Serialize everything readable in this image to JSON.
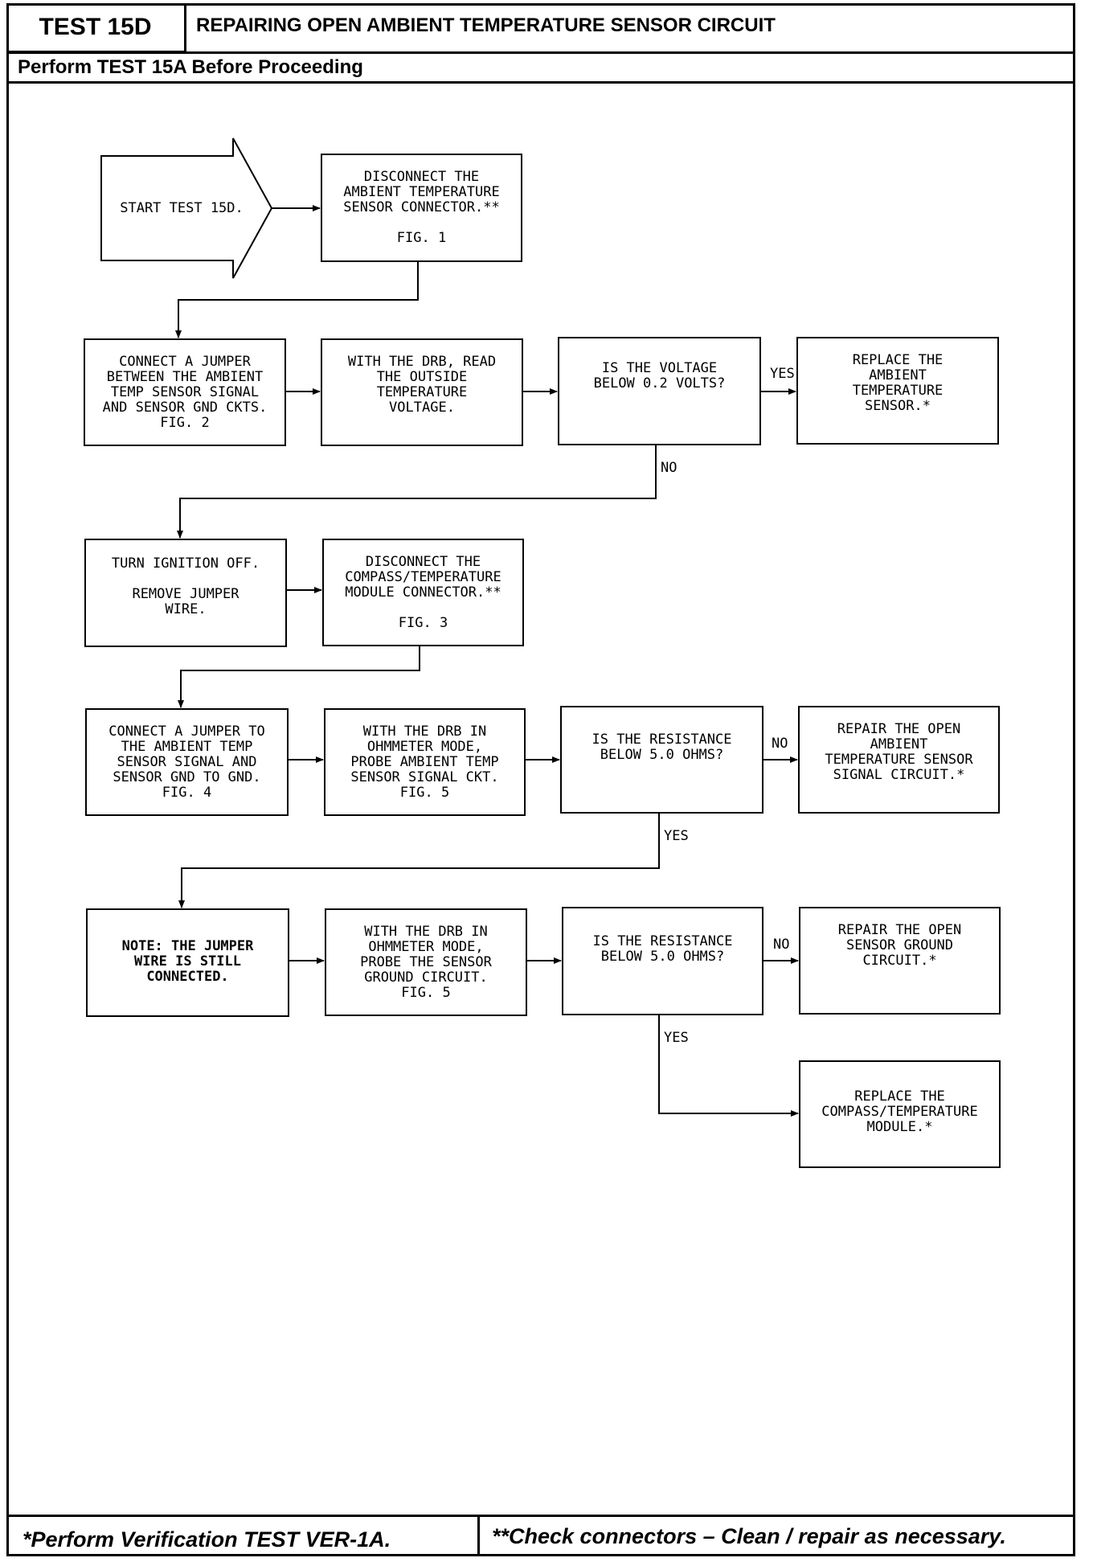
{
  "header": {
    "test_id": "TEST 15D",
    "title": "REPAIRING OPEN AMBIENT TEMPERATURE SENSOR CIRCUIT",
    "subtitle": "Perform TEST 15A Before Proceeding"
  },
  "flow": {
    "start": "START TEST 15D.",
    "disconnect_ambient": "DISCONNECT THE\nAMBIENT TEMPERATURE\nSENSOR CONNECTOR.**\n\nFIG. 1",
    "connect_jumper": "CONNECT A JUMPER\nBETWEEN THE AMBIENT\nTEMP SENSOR SIGNAL\nAND SENSOR GND CKTS.\nFIG. 2",
    "read_voltage": "WITH THE DRB, READ\nTHE OUTSIDE\nTEMPERATURE\nVOLTAGE.",
    "voltage_question": "IS THE VOLTAGE\nBELOW 0.2 VOLTS?",
    "replace_sensor": "REPLACE THE\nAMBIENT\nTEMPERATURE\nSENSOR.*",
    "turn_ignition_off": "TURN IGNITION OFF.\n\nREMOVE JUMPER\nWIRE.",
    "disconnect_module": "DISCONNECT THE\nCOMPASS/TEMPERATURE\nMODULE CONNECTOR.**\n\nFIG. 3",
    "connect_jumper_gnd": "CONNECT A JUMPER TO\nTHE AMBIENT TEMP\nSENSOR SIGNAL AND\nSENSOR GND TO GND.\nFIG. 4",
    "probe_signal": "WITH THE DRB IN\nOHMMETER MODE,\nPROBE AMBIENT TEMP\nSENSOR SIGNAL CKT.\nFIG. 5",
    "resistance_question_1": "IS THE RESISTANCE\nBELOW 5.0 OHMS?",
    "repair_signal": "REPAIR THE OPEN\nAMBIENT\nTEMPERATURE SENSOR\nSIGNAL CIRCUIT.*",
    "note_jumper": "NOTE:  THE JUMPER\nWIRE IS STILL\nCONNECTED.",
    "probe_ground": "WITH THE DRB IN\nOHMMETER MODE,\nPROBE THE SENSOR\nGROUND CIRCUIT.\nFIG. 5",
    "resistance_question_2": "IS THE RESISTANCE\nBELOW 5.0 OHMS?",
    "repair_ground": "REPAIR THE OPEN\nSENSOR GROUND\nCIRCUIT.*",
    "replace_module": "REPLACE THE\nCOMPASS/TEMPERATURE\nMODULE.*"
  },
  "labels": {
    "yes": "YES",
    "no": "NO"
  },
  "footer": {
    "left": "*Perform Verification TEST VER-1A.",
    "right": "**Check connectors – Clean / repair as necessary."
  }
}
